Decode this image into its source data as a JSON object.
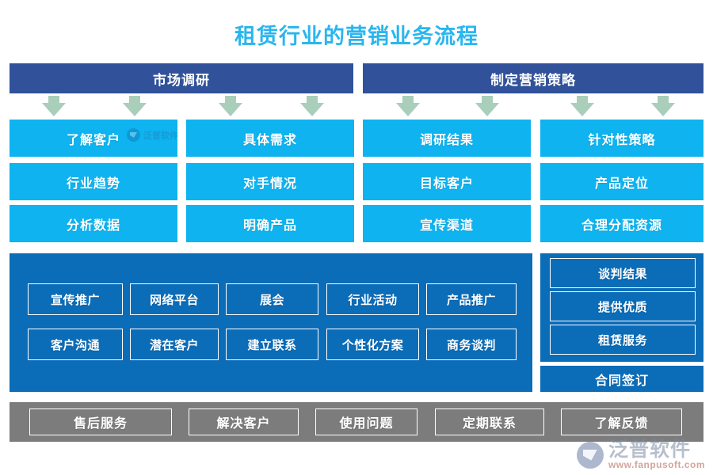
{
  "title": "租赁行业的营销业务流程",
  "colors": {
    "title": "#29b6ef",
    "stage_header_bg": "#31529b",
    "cyan_box_bg": "#0eb3ef",
    "panel_bg": "#0b6cb8",
    "gray_bar_bg": "#7c7c7c",
    "arrow": "#a9ceba"
  },
  "stages": [
    {
      "label": "市场调研"
    },
    {
      "label": "制定营销策略"
    }
  ],
  "columns": [
    {
      "items": [
        "了解客户",
        "行业趋势",
        "分析数据"
      ]
    },
    {
      "items": [
        "具体需求",
        "对手情况",
        "明确产品"
      ]
    },
    {
      "items": [
        "调研结果",
        "目标客户",
        "宣传渠道"
      ]
    },
    {
      "items": [
        "针对性策略",
        "产品定位",
        "合理分配资源"
      ]
    }
  ],
  "arrow_count": 4,
  "execution_panel": {
    "row1": [
      "宣传推广",
      "网络平台",
      "展会",
      "行业活动",
      "产品推广"
    ],
    "row2": [
      "客户沟通",
      "潜在客户",
      "建立联系",
      "个性化方案",
      "商务谈判"
    ]
  },
  "negotiation_panel": {
    "items": [
      "谈判结果",
      "提供优质",
      "租赁服务"
    ]
  },
  "contract": {
    "label": "合同签订"
  },
  "aftersales": {
    "items": [
      "售后服务",
      "解决客户",
      "使用问题",
      "定期联系",
      "了解反馈"
    ]
  },
  "watermark": {
    "brand": "泛普软件",
    "url": "www.fanpusoft.com",
    "inline_brand": "泛普软件"
  }
}
